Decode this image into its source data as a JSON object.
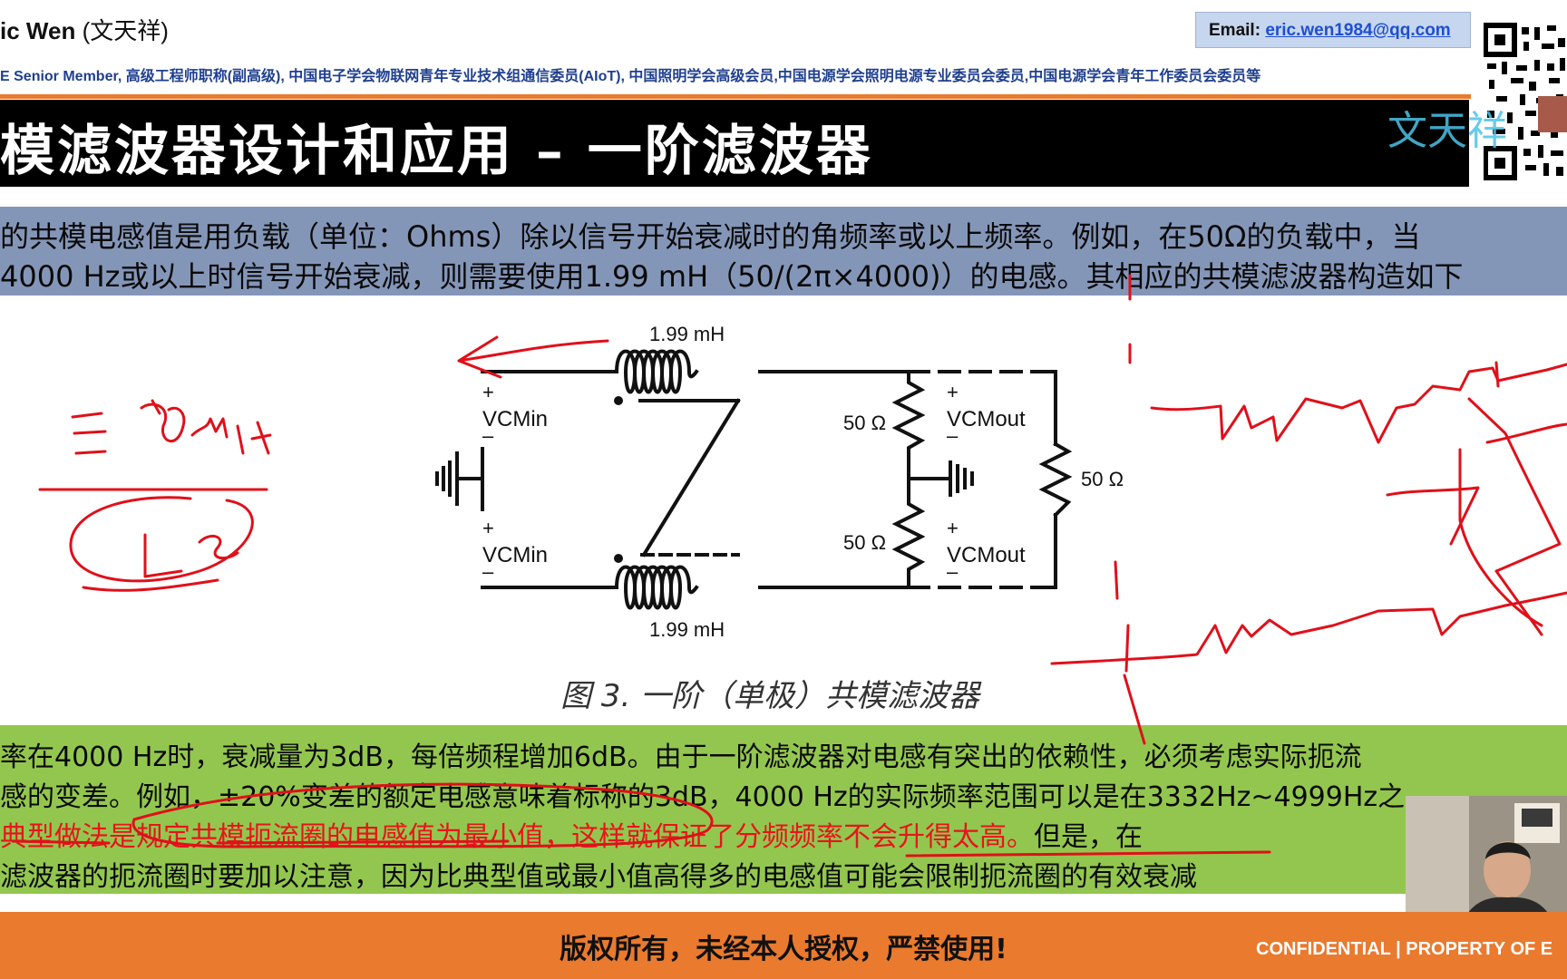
{
  "header": {
    "name": "ic Wen",
    "name_cn": "(文天祥)",
    "affiliations": "E Senior Member, 高级工程师职称(副高级), 中国电子学会物联网青年专业技术组通信委员(AIoT), 中国照明学会高级会员,中国电源学会照明电源专业委员会委员,中国电源学会青年工作委员会委员等",
    "email_label": "Email: ",
    "email": "eric.wen1984@qq.com"
  },
  "title": "模滤波器设计和应用 – 一阶滤波器",
  "watermark": "文天祥",
  "paragraph_blue": [
    "的共模电感值是用负载（单位：Ohms）除以信号开始衰减时的角频率或以上频率。例如，在50Ω的负载中，当",
    "4000 Hz或以上时信号开始衰减，则需要使用1.99 mH（50/(2π×4000)）的电感。其相应的共模滤波器构造如下"
  ],
  "circuit": {
    "inductor_top": "1.99 mH",
    "inductor_bottom": "1.99 mH",
    "vin_top": "VCMin",
    "vin_bottom": "VCMin",
    "vout_top": "VCMout",
    "vout_bottom": "VCMout",
    "r_top": "50 Ω",
    "r_bottom": "50 Ω",
    "r_load": "50 Ω",
    "plus": "+",
    "minus": "–"
  },
  "caption": "图 3. 一阶（单极）共模滤波器",
  "paragraph_green": [
    "率在4000 Hz时，衰减量为3dB，每倍频程增加6dB。由于一阶滤波器对电感有突出的依赖性，必须考虑实际扼流",
    "感的变差。例如，±20%变差的额定电感意味着标称的3dB，4000 Hz的实际频率范围可以是在3332Hz~4999Hz之",
    "典型做法是规定共模扼流圈的电感值为最小值，这样就保证了分频频率不会升得太高。",
    "但是，在",
    "滤波器的扼流圈时要加以注意，因为比典型值或最小值高得多的电感值可能会限制扼流圈的有效衰减"
  ],
  "footer": {
    "notice": "版权所有，未经本人授权，严禁使用!",
    "confidential": "CONFIDENTIAL   |  PROPERTY OF  E"
  }
}
